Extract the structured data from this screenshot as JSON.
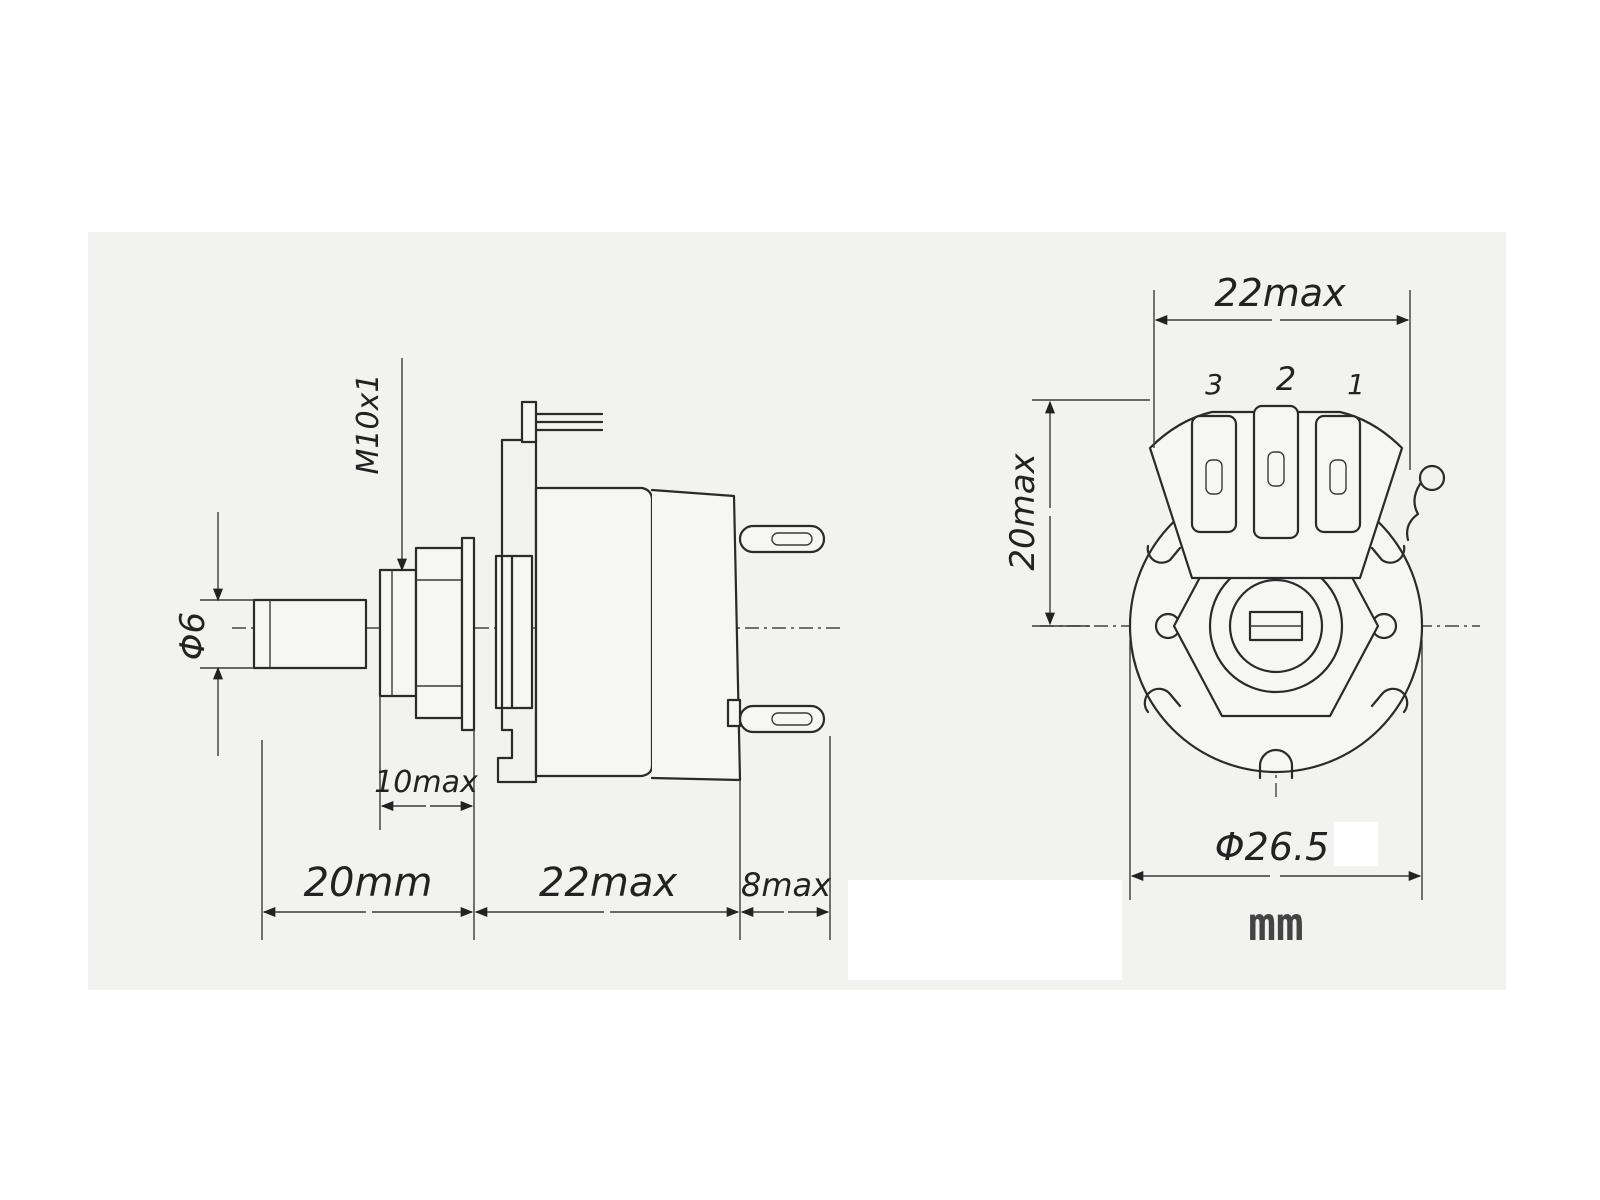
{
  "side_view": {
    "label_thread": "M10x1",
    "label_shaft_dia": "Φ6",
    "label_bush": "10max",
    "label_shaft_len": "20mm",
    "label_body": "22max",
    "label_terminal": "8max"
  },
  "front_view": {
    "label_width": "22max",
    "label_height": "20max",
    "label_dia": "Φ26.5",
    "terminal_1": "1",
    "terminal_2": "2",
    "terminal_3": "3"
  },
  "units_label": "mm"
}
